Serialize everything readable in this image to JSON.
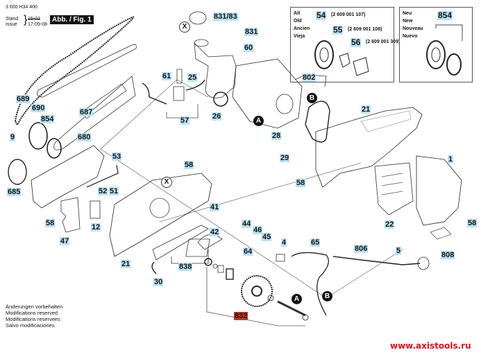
{
  "header": {
    "doc_number": "3 600 H34 400",
    "stand_label": "Stand",
    "issue_label": "Issue",
    "stand_date_struck": "15-02",
    "issue_date": "17-09-08",
    "figure_tag": "Abb. / Fig. 1"
  },
  "old_box": {
    "lines": [
      "Alt",
      "Old",
      "Ancien",
      "Vieja"
    ],
    "parts": [
      {
        "label": "54",
        "part_no": "(2 609 001 107)"
      },
      {
        "label": "55",
        "part_no": "(2 609 001 108)"
      },
      {
        "label": "56",
        "part_no": "(2 609 001 309)"
      }
    ]
  },
  "new_box": {
    "lines": [
      "Neu",
      "New",
      "Nouveau",
      "Nuevo"
    ],
    "parts": [
      {
        "label": "854"
      }
    ]
  },
  "callouts": {
    "c831_83": "831/83",
    "c831": "831",
    "c60": "60",
    "c61": "61",
    "c25": "25",
    "c57": "57",
    "c26": "26",
    "c802": "802",
    "c21a": "21",
    "c28": "28",
    "c29": "29",
    "c58a": "58",
    "c1": "1",
    "c22": "22",
    "c58b": "58",
    "c808": "808",
    "c689": "689",
    "c690": "690",
    "c687": "687",
    "c854": "854",
    "c9": "9",
    "c680": "680",
    "c685": "685",
    "c53": "53",
    "c58c": "58",
    "c52": "52",
    "c51": "51",
    "c12": "12",
    "c47": "47",
    "c58d": "58",
    "c41": "41",
    "c42": "42",
    "c21b": "21",
    "c838": "838",
    "c30": "30",
    "c44": "44",
    "c46": "46",
    "c45": "45",
    "c64": "64",
    "c4": "4",
    "c65": "65",
    "c806": "806",
    "c5": "5",
    "c832": "832"
  },
  "markers": {
    "x1": "X",
    "x2": "X",
    "a1": "A",
    "a2": "A",
    "b1": "B",
    "b2": "B"
  },
  "highlight_color": "#b9e1f2",
  "accent_red": "#c8371e",
  "footer": {
    "lines": [
      "Änderungen vorbehalten",
      "Modifications reserved",
      "Modifications reservees",
      "Salvo modificaciones"
    ]
  },
  "watermark": "www.axistools.ru"
}
